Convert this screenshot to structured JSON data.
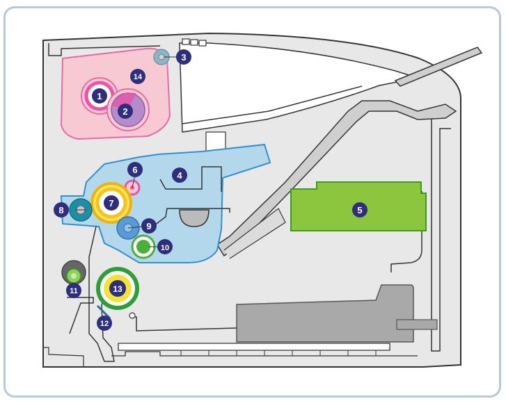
{
  "diagram": {
    "colors": {
      "badge": "#2e2e7c",
      "body_fill": "#e8e8e8",
      "body_stroke": "#333333",
      "toner_area": "#f7c9d2",
      "toner_outline": "#e86aa6",
      "developer_area": "#b3d8ec",
      "developer_outline": "#2f8fd0",
      "laser_unit": "#8cc63f",
      "laser_outline": "#3d9a1c",
      "paper_tray": "#a9a9a9",
      "frame": "#b7c8d6"
    },
    "labels": [
      {
        "id": "1",
        "text": "1",
        "part_color": "#e754a8"
      },
      {
        "id": "2",
        "text": "2",
        "part_color": "#b48ccc"
      },
      {
        "id": "3",
        "text": "3",
        "part_color": "#8fb5c4"
      },
      {
        "id": "4",
        "text": "4",
        "part_color": "#b3d8ec"
      },
      {
        "id": "5",
        "text": "5",
        "part_color": "#8cc63f"
      },
      {
        "id": "6",
        "text": "6",
        "part_color": "#e754a8"
      },
      {
        "id": "7",
        "text": "7",
        "part_color": "#f7c21a"
      },
      {
        "id": "8",
        "text": "8",
        "part_color": "#1c8fa6"
      },
      {
        "id": "9",
        "text": "9",
        "part_color": "#5a9bd5"
      },
      {
        "id": "10",
        "text": "10",
        "part_color": "#4caf3a"
      },
      {
        "id": "11",
        "text": "11",
        "part_color": "#8dd05a"
      },
      {
        "id": "12",
        "text": "12",
        "part_color": "#2a6b9b"
      },
      {
        "id": "13",
        "text": "13",
        "part_color": "#f3e23a"
      },
      {
        "id": "14",
        "text": "14",
        "part_color": "#f7c9d2"
      }
    ]
  }
}
